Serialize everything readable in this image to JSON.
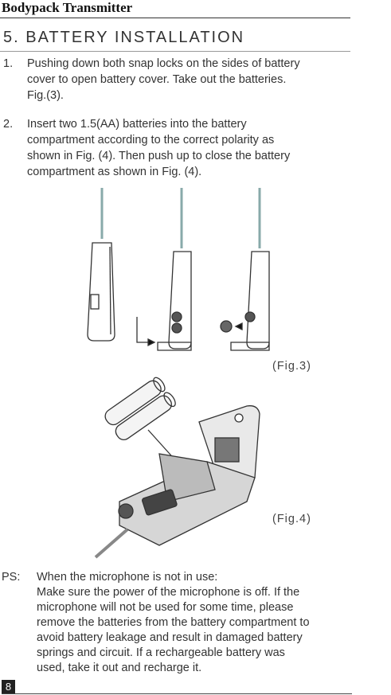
{
  "header": {
    "title": "Bodypack Transmitter"
  },
  "section": {
    "title": "5. BATTERY INSTALLATION"
  },
  "steps": [
    {
      "num": "1.",
      "lines": [
        "Pushing down both snap locks on the sides of battery",
        "cover to open battery cover.  Take out the batteries.",
        "Fig.(3)."
      ]
    },
    {
      "num": "2.",
      "lines": [
        "Insert two 1.5(AA) batteries into the battery",
        "compartment according to the correct polarity as",
        "shown in Fig. (4).  Then push up to close the battery",
        "compartment as shown in Fig. (4)."
      ]
    }
  ],
  "figures": {
    "fig3": "(Fig.3)",
    "fig4": "(Fig.4)"
  },
  "ps": {
    "label": "PS:",
    "lines": [
      "When the microphone is not in use:",
      "Make sure the power of the microphone is off.  If the",
      "microphone will not be used for some  time, please",
      "remove the batteries from the battery compartment to",
      "avoid battery leakage and result in damaged battery",
      "springs and circuit. If a rechargeable battery was",
      "used, take it out and recharge it."
    ]
  },
  "page": {
    "number": "8"
  }
}
